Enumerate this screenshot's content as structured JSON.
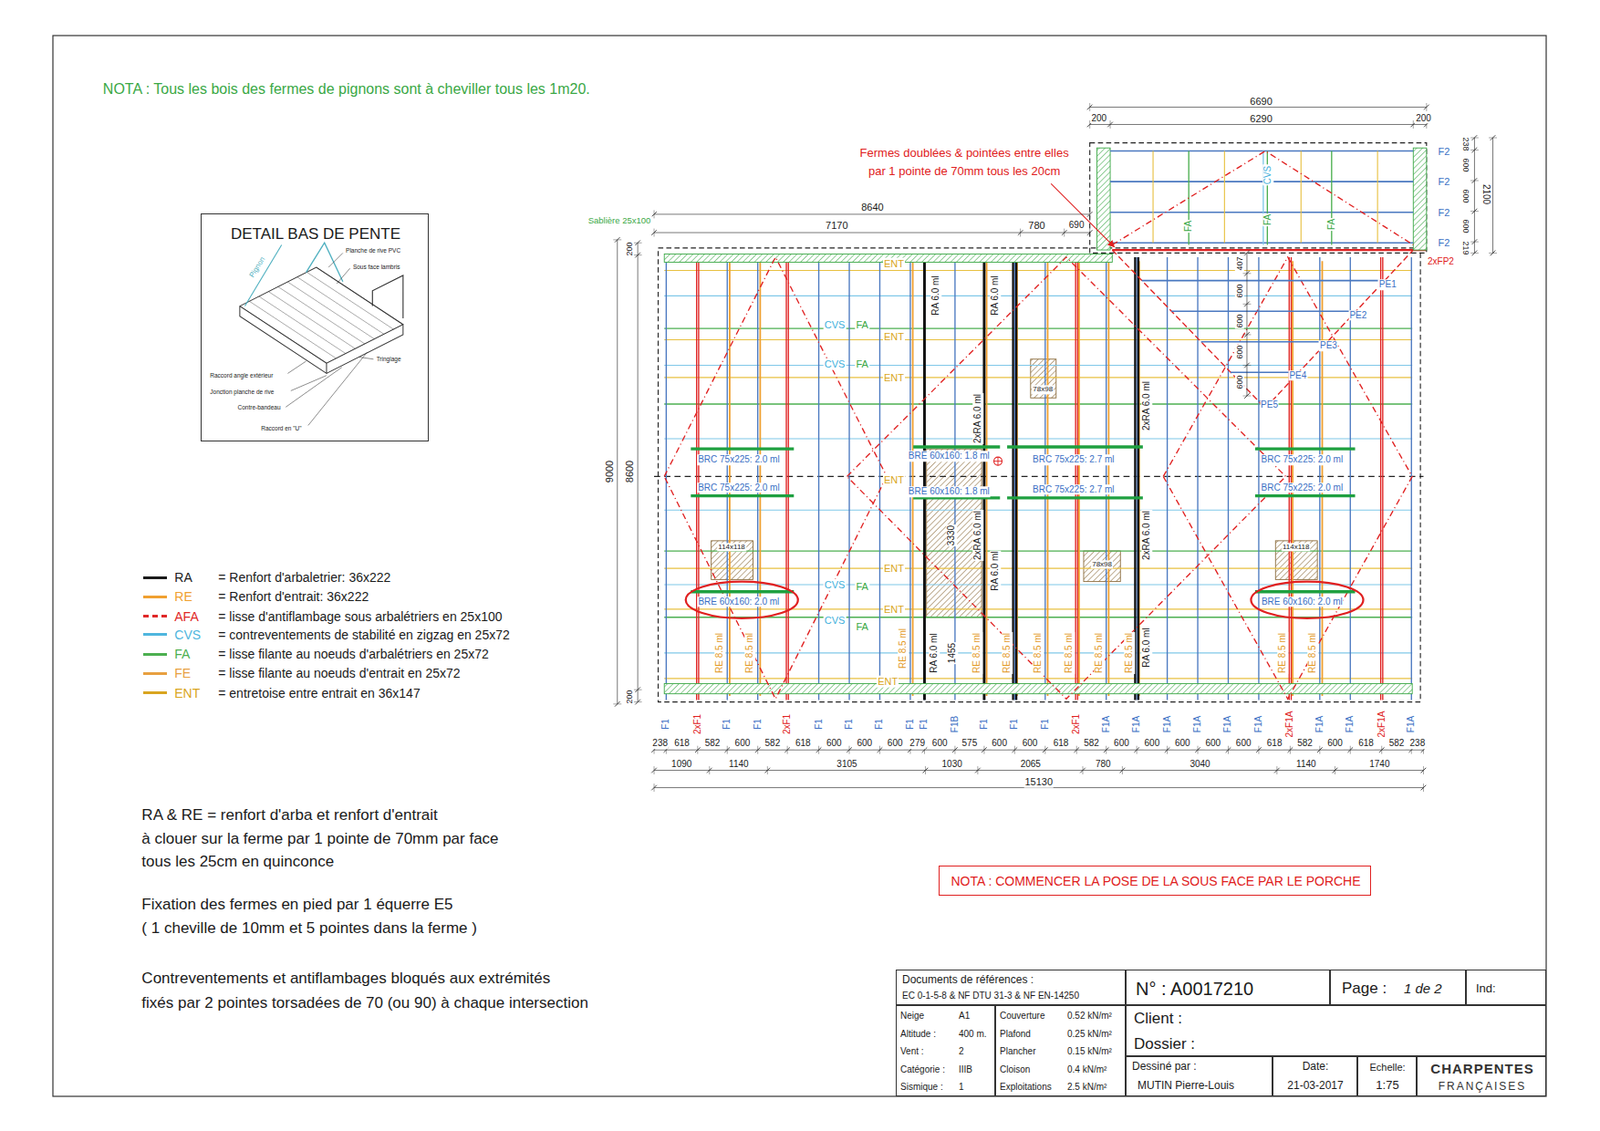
{
  "diagram": {
    "nodes": [
      {
        "text": [
          "DETAIL BAS DE PENTE"
        ]
      },
      {
        "text": [
          "NOTA : COMMENCER LA POSE DE LA SOUS FACE PAR LE PORCHE"
        ]
      },
      {
        "text": [
          "Documents de références :",
          "EC 0-1-5-8 & NF DTU 31-3 & NF EN-14250"
        ]
      },
      {
        "text": [
          "N° : A0017210"
        ]
      },
      {
        "text": [
          "Page :",
          "1 de 2"
        ]
      },
      {
        "text": [
          "Ind:"
        ]
      },
      {
        "text": [
          "Neige",
          "A1",
          "Altitude :",
          "400 m.",
          "Vent :",
          "2",
          "Catégorie :",
          "IIIB",
          "Sismique :",
          "1"
        ]
      },
      {
        "text": [
          "Couverture",
          "0.52 kN/m²",
          "Plafond",
          "0.25 kN/m²",
          "Plancher",
          "0.15 kN/m²",
          "Cloison",
          "0.4 kN/m²",
          "Exploitations",
          "2.5 kN/m²"
        ]
      },
      {
        "text": [
          "Client :",
          "Dossier :"
        ]
      },
      {
        "text": [
          "Dessiné par :",
          "MUTIN Pierre-Louis"
        ]
      },
      {
        "text": [
          "Date:",
          "21-03-2017"
        ]
      },
      {
        "text": [
          "Echelle:",
          "1:75"
        ]
      },
      {
        "text": [
          "CHARPENTES",
          "FRANÇAISES"
        ]
      }
    ],
    "labels": [
      "NOTA : Tous les bois des fermes de pignons sont à cheviller tous les 1m20.",
      "Pignon",
      "Planche de rive PVC",
      "Sous face lambris",
      "Tringlage",
      "Raccord angle extérieur",
      "Jonction planche de rive",
      "Contre-bandeau",
      "Raccord en \"U\"",
      "= Renfort d'arbaletrier: 36x222",
      "= Renfort d'entrait: 36x222",
      "= lisse d'antiflambage sous arbalétriers en 25x100",
      "= contreventements de stabilité en zigzag en 25x72",
      "= lisse filante au noeuds d'arbalétriers en 25x72",
      "= lisse filante au noeuds d'entrait en 25x72",
      "= entretoise entre entrait en 36x147",
      "RA & RE = renfort d'arba et renfort d'entrait",
      "à clouer sur la ferme par 1 pointe de 70mm par face",
      "tous les 25cm en quinconce",
      "Fixation des fermes en pied par 1 équerre E5",
      "( 1 cheville de 10mm et 5 pointes dans la ferme )",
      "Contreventements et antiflambages bloqués aux extrémités",
      "fixés par 2 pointes torsadées de 70 (ou 90) à chaque intersection",
      "Sablière 25x100",
      "8640",
      "7170",
      "780",
      "690",
      "6690",
      "200",
      "6290",
      "200",
      "Fermes doublées & pointées entre elles",
      "par 1 pointe de 70mm tous les 20cm",
      "F2",
      "F2",
      "F2",
      "F2",
      "238",
      "600",
      "600",
      "600",
      "219",
      "2100",
      "2xFP2",
      "PE1",
      "PE2",
      "PE3",
      "PE4",
      "PE5",
      "407",
      "600",
      "600",
      "600",
      "600",
      "FA",
      "CVS",
      "FA",
      "FA",
      "9000",
      "8600",
      "200",
      "200",
      "CVS",
      "FA",
      "ENT",
      "CVS",
      "FA",
      "ENT",
      "ENT",
      "CVS",
      "FA",
      "ENT",
      "CVS",
      "FA",
      "ENT",
      "ENT",
      "ENT",
      "78x98",
      "78x98",
      "114x118",
      "114x118",
      "3330",
      "1455",
      "BRC 75x225: 2.0 ml",
      "BRC 75x225: 2.0 ml",
      "BRE 60x160: 2.0 ml",
      "BRC 75x225: 2.0 ml",
      "BRC 75x225: 2.0 ml",
      "BRE 60x160: 2.0 ml",
      "BRE 60x160: 1.8 ml",
      "BRE 60x160: 1.8 ml",
      "BRC 75x225: 2.7 ml",
      "BRC 75x225: 2.7 ml",
      "RA 6.0 ml",
      "RA 6.0 ml",
      "2xRA 6.0 ml",
      "2xRA 6.0 ml",
      "2xRA 6.0 ml",
      "2xRA 6.0 ml",
      "RA 6.0 ml",
      "RA 6.0 ml",
      "RA 6.0 ml",
      "RE 8.5 ml",
      "RE 8.5 ml",
      "RE 8.5 ml",
      "RE 8.5 ml",
      "RE 8.5 ml",
      "RE 8.5 ml",
      "RE 8.5 ml",
      "RE 8.5 ml",
      "RE 8.5 ml",
      "RE 8.5 ml",
      "RE 8.5 ml",
      "238",
      "618",
      "582",
      "600",
      "582",
      "618",
      "600",
      "600",
      "600",
      "279",
      "600",
      "575",
      "600",
      "600",
      "618",
      "582",
      "600",
      "600",
      "600",
      "600",
      "600",
      "618",
      "582",
      "600",
      "618",
      "582",
      "238",
      "1090",
      "1140",
      "3105",
      "1030",
      "2065",
      "780",
      "3040",
      "1140",
      "1740",
      "15130",
      "F1",
      "2xF1",
      "F1",
      "F1",
      "2xF1",
      "F1",
      "F1",
      "F1",
      "F1",
      "F1",
      "F1B",
      "F1",
      "F1",
      "F1",
      "2xF1",
      "F1A",
      "F1A",
      "F1A",
      "F1A",
      "F1A",
      "F1A",
      "2xF1A",
      "F1A",
      "F1A",
      "2xF1A",
      "F1A"
    ],
    "legend": [
      {
        "text": "RA",
        "color": "#1a1a1a"
      },
      {
        "text": "RE",
        "color": "#f0a030"
      },
      {
        "text": "AFA",
        "color": "#e02828"
      },
      {
        "text": "CVS",
        "color": "#4fb6de"
      },
      {
        "text": "FA",
        "color": "#4caf50"
      },
      {
        "text": "FE",
        "color": "#e8a040"
      },
      {
        "text": "ENT",
        "color": "#d9a520"
      }
    ]
  }
}
